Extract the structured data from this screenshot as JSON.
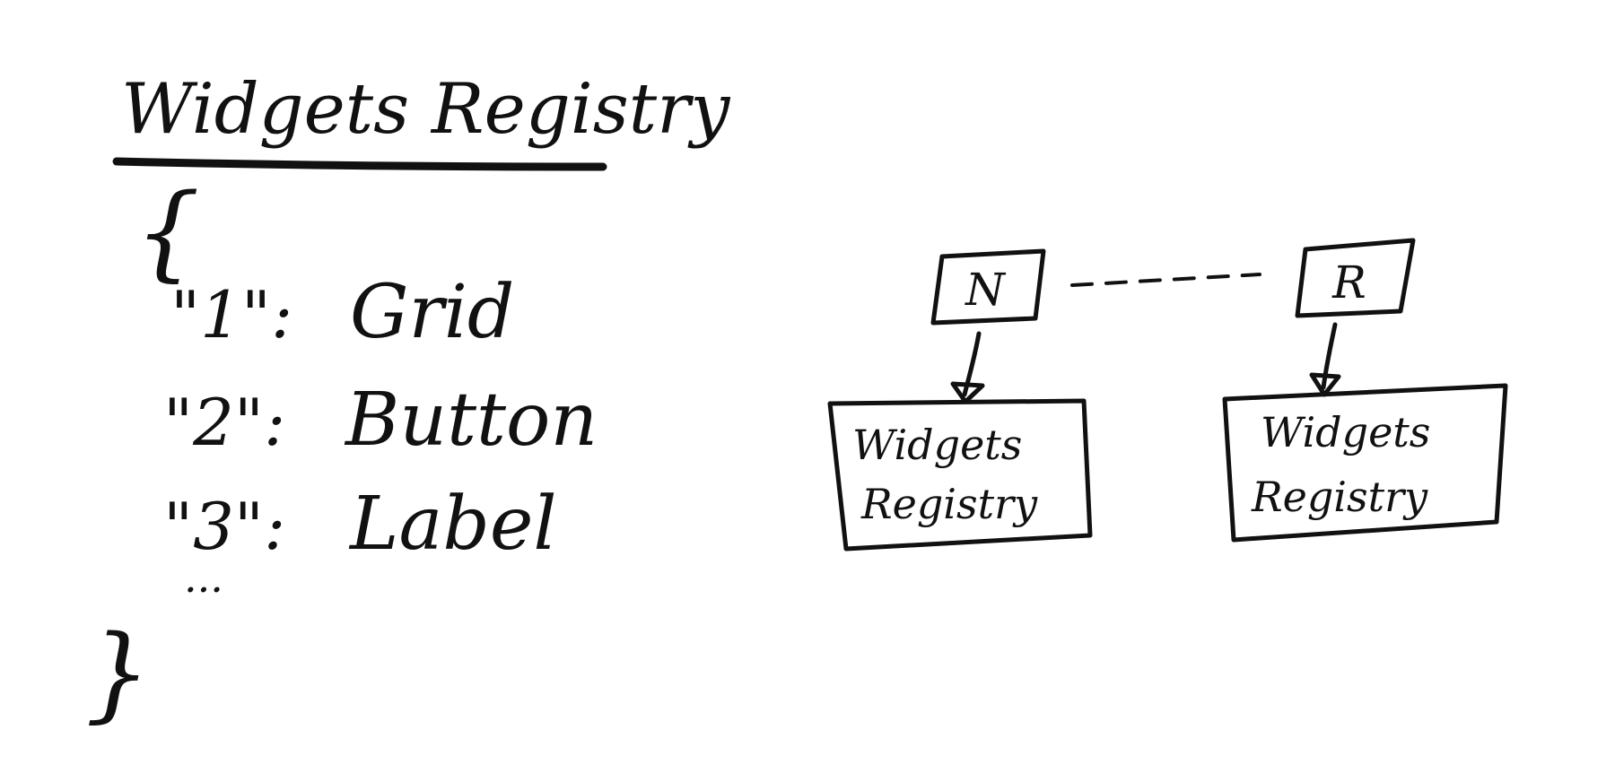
{
  "title": "Widgets Registry",
  "registry": {
    "open_brace": "{",
    "close_brace": "}",
    "entries": [
      {
        "key": "\"1\":",
        "value": "Grid"
      },
      {
        "key": "\"2\":",
        "value": "Button"
      },
      {
        "key": "\"3\":",
        "value": "Label"
      }
    ],
    "ellipsis": "..."
  },
  "diagram": {
    "nodes": [
      {
        "label": "N"
      },
      {
        "label": "R"
      }
    ],
    "registries": [
      {
        "line1": "Widgets",
        "line2": "Registry"
      },
      {
        "line1": "Widgets",
        "line2": "Registry"
      }
    ]
  }
}
